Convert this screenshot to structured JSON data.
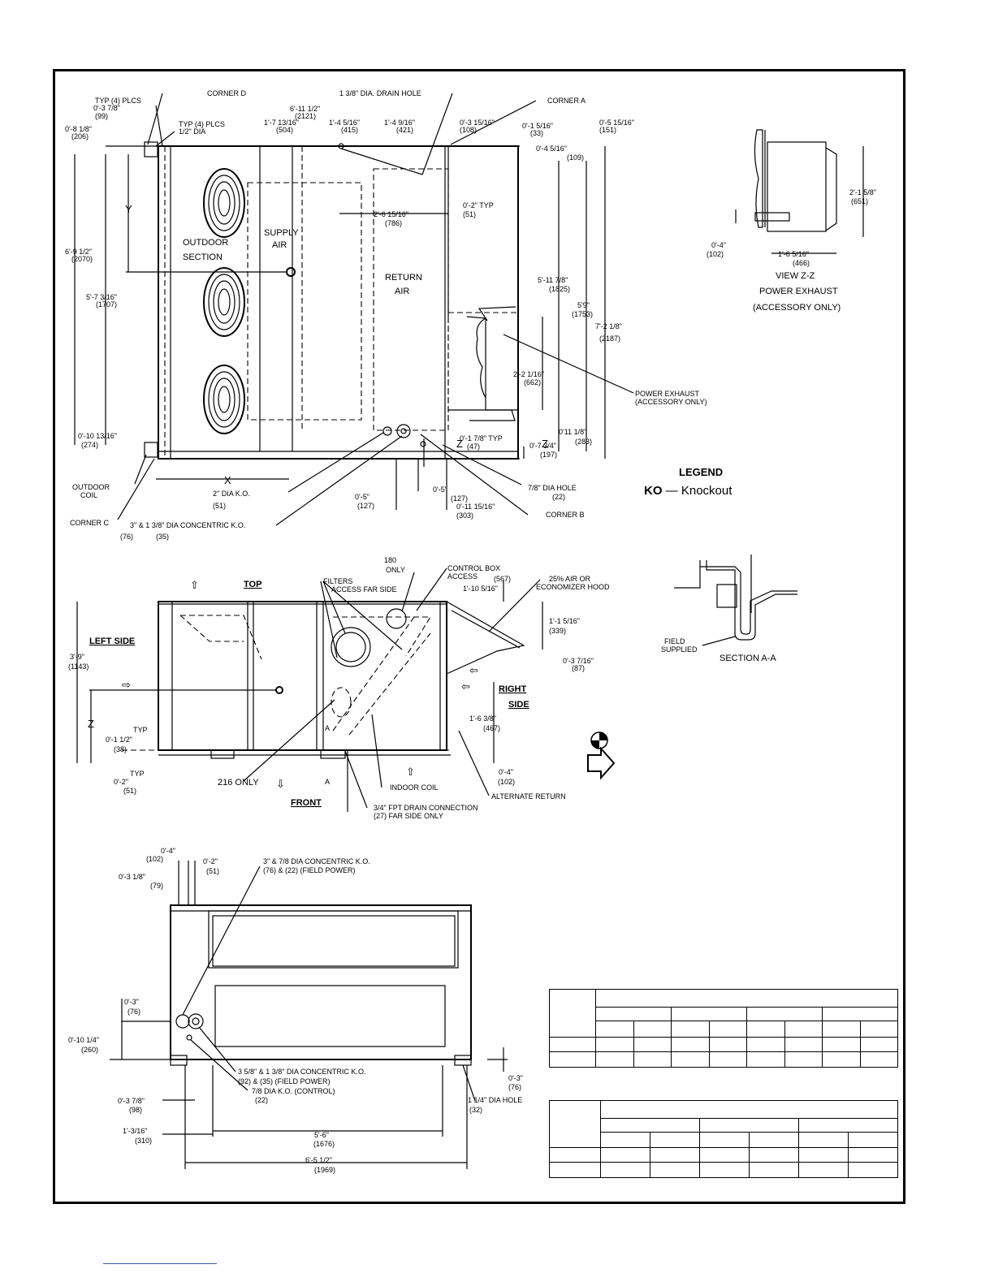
{
  "legend": {
    "title": "LEGEND",
    "abbr": "KO",
    "dash": "—",
    "meaning": "Knockout"
  },
  "top_view": {
    "corner_d": "CORNER D",
    "corner_a": "CORNER A",
    "corner_b": "CORNER B",
    "corner_c": "CORNER C",
    "drain_hole": "1 3/8\" DIA. DRAIN HOLE",
    "typ4_a": "TYP (4) PLCS",
    "typ4_a_dim": "0'-3 7/8\"",
    "typ4_a_mm": "(99)",
    "typ4_b": "TYP (4) PLCS",
    "typ4_b_dia": "1/2\" DIA",
    "d_6_11": "6'-11 1/2\"",
    "d_6_11_mm": "(2121)",
    "d_1_7": "1'-7 13/16\"",
    "d_1_7_mm": "(504)",
    "d_1_4a": "1'-4 5/16\"",
    "d_1_4a_mm": "(415)",
    "d_1_4b": "1'-4 9/16\"",
    "d_1_4b_mm": "(421)",
    "d_0_3_15": "0'-3 15/16\"",
    "d_0_3_15_mm": "(108)",
    "d_0_1_5": "0'-1 5/16\"",
    "d_0_1_5_mm": "(33)",
    "d_0_5_15": "0'-5 15/16\"",
    "d_0_5_15_mm": "(151)",
    "d_0_4_5": "0'-4 5/16\"",
    "d_0_4_5_mm": "(109)",
    "d_0_8": "0'-8 1/8\"",
    "d_0_8_mm": "(206)",
    "y": "Y",
    "x": "X",
    "z": "Z",
    "d_6_9": "6'-9 1/2\"",
    "d_6_9_mm": "(2070)",
    "d_5_7": "5'-7 3/16\"",
    "d_5_7_mm": "(1707)",
    "outdoor": "OUTDOOR",
    "section": "SECTION",
    "supply": "SUPPLY",
    "air": "AIR",
    "return": "RETURN",
    "return_air": "AIR",
    "d_2_6": "2'-6 15/16\"",
    "d_2_6_mm": "(786)",
    "d_0_2": "0'-2\" TYP",
    "d_0_2_mm": "(51)",
    "d_5_11": "5'-11 7/8\"",
    "d_5_11_mm": "(1825)",
    "d_5_9": "5'9\"",
    "d_5_9_mm": "(1753)",
    "d_7_2": "7'-2 1/8\"",
    "d_7_2_mm": "(2187)",
    "d_2_2": "2'-2 1/16\"",
    "d_2_2_mm": "(662)",
    "power_exhaust": "POWER EXHAUST",
    "accessory": "(ACCESSORY ONLY)",
    "d_0_10": "0'-10 13/16\"",
    "d_0_10_mm": "(274)",
    "d_0_11": "0'11 1/8\"",
    "d_0_11_mm": "(283)",
    "d_0_1_7": "0'-1 7/8\" TYP",
    "d_0_1_7_mm": "(47)",
    "d_0_7": "0'-7 3/4\"",
    "d_0_7_mm": "(197)",
    "outdoor_coil_a": "OUTDOOR",
    "outdoor_coil_b": "COIL",
    "ko_2": "2\" DIA K.O.",
    "ko_2_mm": "(51)",
    "d_0_5a": "0'-5\"",
    "d_0_5a_mm": "(127)",
    "d_0_5b": "0'-5\"",
    "d_0_5b_mm": "(127)",
    "d_0_11_15": "0'-11 15/16\"",
    "d_0_11_15_mm": "(303)",
    "hole_7_8": "7/8\" DIA HOLE",
    "hole_7_8_mm": "(22)",
    "concentric": "3\" & 1 3/8\" DIA CONCENTRIC K.O.",
    "concentric_mm1": "(76)",
    "concentric_mm2": "(35)"
  },
  "view_zz": {
    "d_2_1": "2'-1 5/8\"",
    "d_2_1_mm": "(651)",
    "d_0_4": "0'-4\"",
    "d_0_4_mm": "(102)",
    "d_1_6": "1'-6 5/16\"",
    "d_1_6_mm": "(466)",
    "title": "VIEW Z-Z",
    "sub": "POWER EXHAUST",
    "sub2": "(ACCESSORY ONLY)"
  },
  "side_view": {
    "only180_a": "180",
    "only180_b": "ONLY",
    "control_box": "CONTROL BOX",
    "access": "ACCESS",
    "access_mm": "(567)",
    "hood_a": "25% AIR OR",
    "hood_b": "ECONOMIZER HOOD",
    "d_1_10": "1'-10 5/16\"",
    "filters": "FILTERS",
    "filters_b": "ACCESS FAR SIDE",
    "top": "TOP",
    "left_side": "LEFT SIDE",
    "d_3_9": "3'-9\"",
    "d_3_9_mm": "(1143)",
    "d_1_1": "1'-1 5/16\"",
    "d_1_1_mm": "(339)",
    "d_0_3_7": "0'-3 7/16\"",
    "d_0_3_7_mm": "(87)",
    "right": "RIGHT",
    "side": "SIDE",
    "d_1_6_3": "1'-6 3/8\"",
    "d_1_6_3_mm": "(467)",
    "z": "Z",
    "typ": "TYP",
    "d_0_1_1": "0'-1 1/2\"",
    "d_0_1_1_mm": "(38)",
    "typ2": "TYP",
    "d_0_2": "0'-2\"",
    "d_0_2_mm": "(51)",
    "only216": "216 ONLY",
    "a1": "A",
    "a2": "A",
    "indoor_coil": "INDOOR COIL",
    "alternate": "ALTERNATE RETURN",
    "d_0_4": "0'-4\"",
    "d_0_4_mm": "(102)",
    "front": "FRONT",
    "drain_a": "3/4\" FPT DRAIN CONNECTION",
    "drain_b": "(27)  FAR SIDE ONLY"
  },
  "section_aa": {
    "field_a": "FIELD",
    "field_b": "SUPPLIED",
    "title": "SECTION A-A"
  },
  "front_view": {
    "d_0_4": "0'-4\"",
    "d_0_4_mm": "(102)",
    "d_0_2": "0'-2\"",
    "d_0_2_mm": "(51)",
    "d_0_3_1": "0'-3 1/8\"",
    "d_0_3_1_mm": "(79)",
    "ko_top_a": "3\" & 7/8 DIA CONCENTRIC K.O.",
    "ko_top_b": "(76) & (22)  (FIELD POWER)",
    "d_0_3": "0'-3\"",
    "d_0_3_mm": "(76)",
    "d_0_10": "0'-10 1/4\"",
    "d_0_10_mm": "(260)",
    "ko_mid_a": "3 5/8\" & 1 3/8\" DIA CONCENTRIC K.O.",
    "ko_mid_b": "(92) & (35)  (FIELD POWER)",
    "ko_ctrl_a": "7/8 DIA K.O. (CONTROL)",
    "ko_ctrl_b": "(22)",
    "d_0_3_7": "0'-3 7/8\"",
    "d_0_3_7_mm": "(98)",
    "d_0_3r": "0'-3\"",
    "d_0_3r_mm": "(76)",
    "hole_1_1": "1 1/4\" DIA HOLE",
    "hole_1_1_mm": "(32)",
    "d_1_3": "1'-3/16\"",
    "d_1_3_mm": "(310)",
    "d_5_6": "5'-6\"",
    "d_5_6_mm": "(1676)",
    "d_6_5": "6'-5 1/2\"",
    "d_6_5_mm": "(1969)"
  }
}
